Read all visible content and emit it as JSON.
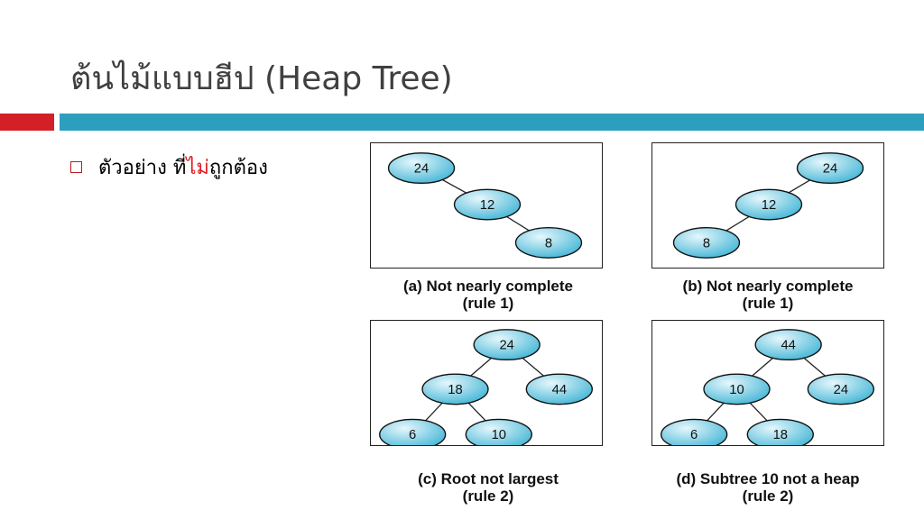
{
  "title": "ต้นไม้แบบฮีป (Heap Tree)",
  "bullet": {
    "prefix": "ตัวอย่าง ที่",
    "highlight": "ไม่",
    "suffix": "ถูกต้อง"
  },
  "colors": {
    "red_bar": "#d32027",
    "teal_bar": "#2c9fbf",
    "highlight_text": "#e31b23",
    "node_fill_light": "#e6f7fc",
    "node_fill_dark": "#44b6d6"
  },
  "trees": [
    {
      "id": "a",
      "caption_line1": "(a) Not nearly complete",
      "caption_line2": "(rule 1)",
      "nodes": [
        {
          "label": "24"
        },
        {
          "label": "12"
        },
        {
          "label": "8"
        }
      ],
      "edges": [
        [
          0,
          1
        ],
        [
          1,
          2
        ]
      ]
    },
    {
      "id": "b",
      "caption_line1": "(b) Not nearly complete",
      "caption_line2": "(rule 1)",
      "nodes": [
        {
          "label": "24"
        },
        {
          "label": "12"
        },
        {
          "label": "8"
        }
      ],
      "edges": [
        [
          0,
          1
        ],
        [
          1,
          2
        ]
      ]
    },
    {
      "id": "c",
      "caption_line1": "(c) Root not largest",
      "caption_line2": "(rule 2)",
      "nodes": [
        {
          "label": "24"
        },
        {
          "label": "18"
        },
        {
          "label": "44"
        },
        {
          "label": "6"
        },
        {
          "label": "10"
        }
      ],
      "edges": [
        [
          0,
          1
        ],
        [
          0,
          2
        ],
        [
          1,
          3
        ],
        [
          1,
          4
        ]
      ]
    },
    {
      "id": "d",
      "caption_line1": "(d) Subtree 10 not a heap",
      "caption_line2": "(rule 2)",
      "nodes": [
        {
          "label": "44"
        },
        {
          "label": "10"
        },
        {
          "label": "24"
        },
        {
          "label": "6"
        },
        {
          "label": "18"
        }
      ],
      "edges": [
        [
          0,
          1
        ],
        [
          0,
          2
        ],
        [
          1,
          3
        ],
        [
          1,
          4
        ]
      ]
    }
  ]
}
